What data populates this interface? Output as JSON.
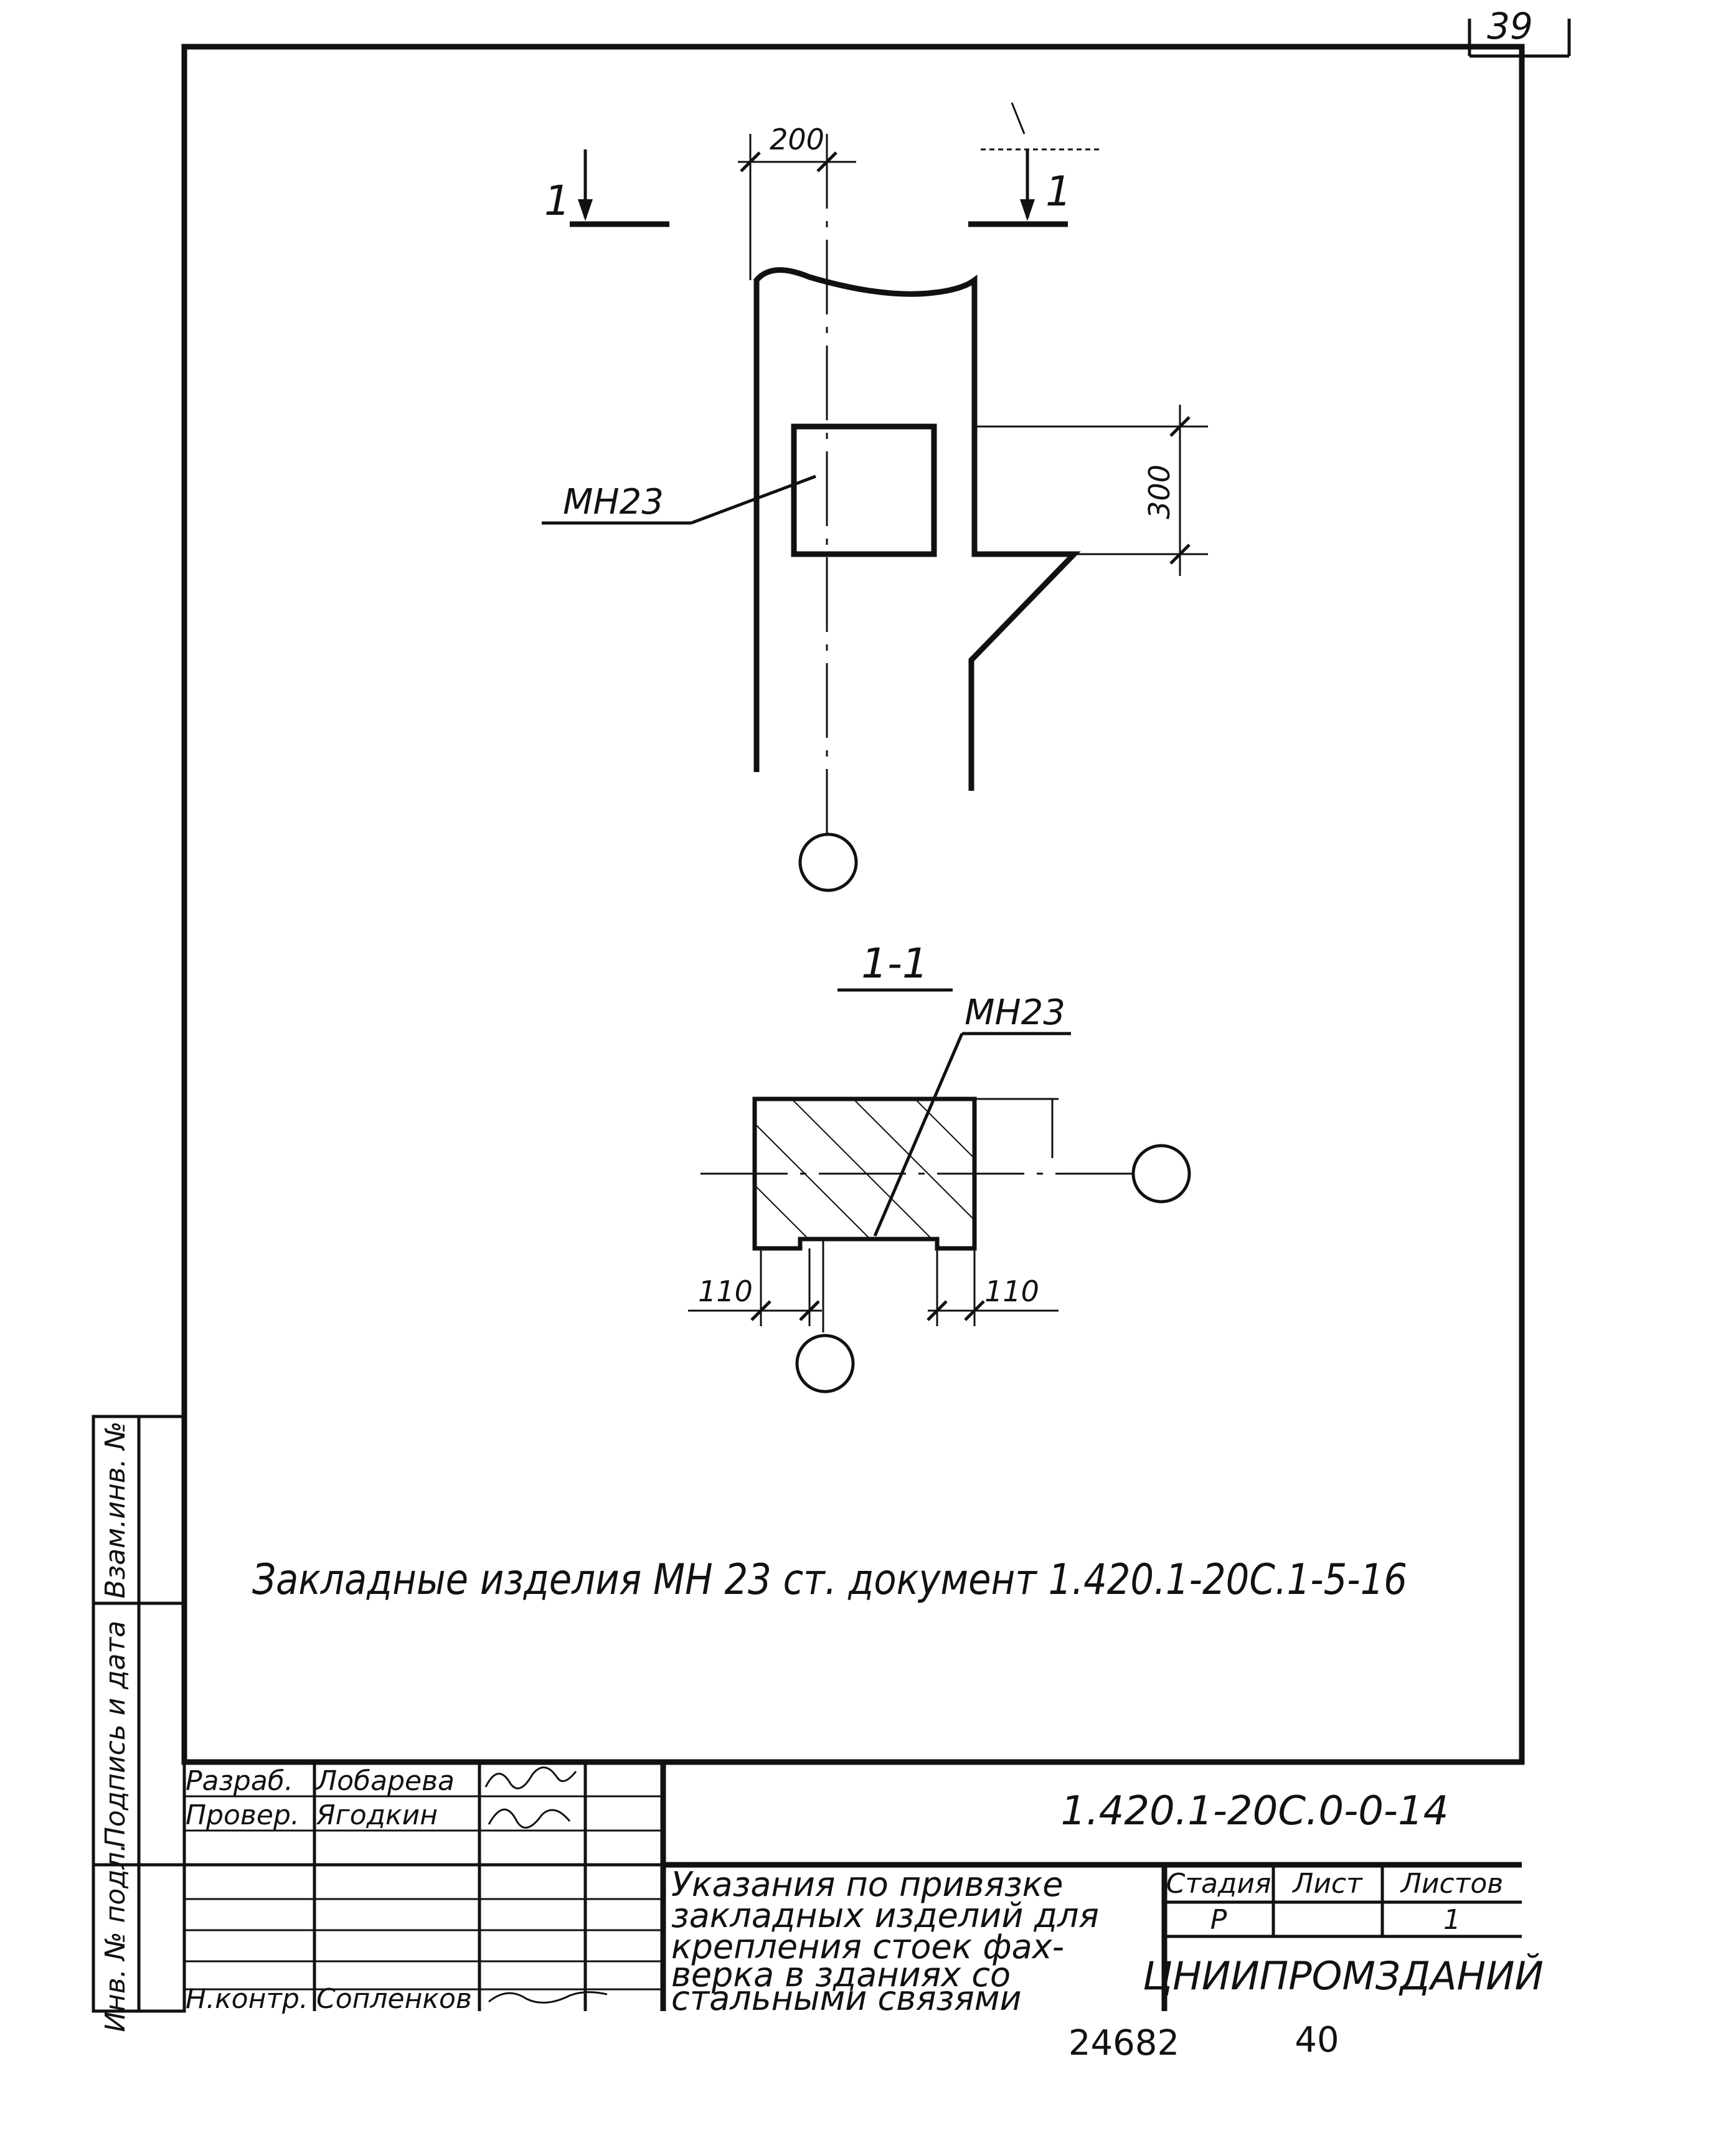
{
  "sheet_number": "39",
  "bottom_numbers": {
    "inventory": "24682",
    "page": "40"
  },
  "plan_view": {
    "section_mark_left": "1",
    "section_mark_right": "1",
    "dim_width": "200",
    "dim_height": "300",
    "callout": "МН23"
  },
  "section_view": {
    "title": "1-1",
    "callout": "МН23",
    "dim_left": "110",
    "dim_right": "110"
  },
  "note": "Закладные изделия МН 23 ст. документ 1.420.1-20С.1-5-16",
  "side_stamp": {
    "vzam": "Взам.инв. №",
    "podpis": "Подпись и дата",
    "inv": "Инв. № подл."
  },
  "title_block": {
    "document_code": "1.420.1-20С.0-0-14",
    "title_lines": [
      "Указания по привязке",
      "закладных изделий для",
      "крепления стоек фах-",
      "верка в зданиях со",
      "стальными связями"
    ],
    "roles": [
      {
        "role": "Разраб.",
        "name": "Лобарева"
      },
      {
        "role": "Провер.",
        "name": "Ягодкин"
      },
      {
        "role": "Н.контр.",
        "name": "Сопленков"
      }
    ],
    "stage_header": "Стадия",
    "sheet_header": "Лист",
    "sheets_header": "Листов",
    "stage_value": "Р",
    "sheet_value": "",
    "sheets_value": "1",
    "organization": "ЦНИИПРОМЗДАНИЙ"
  }
}
